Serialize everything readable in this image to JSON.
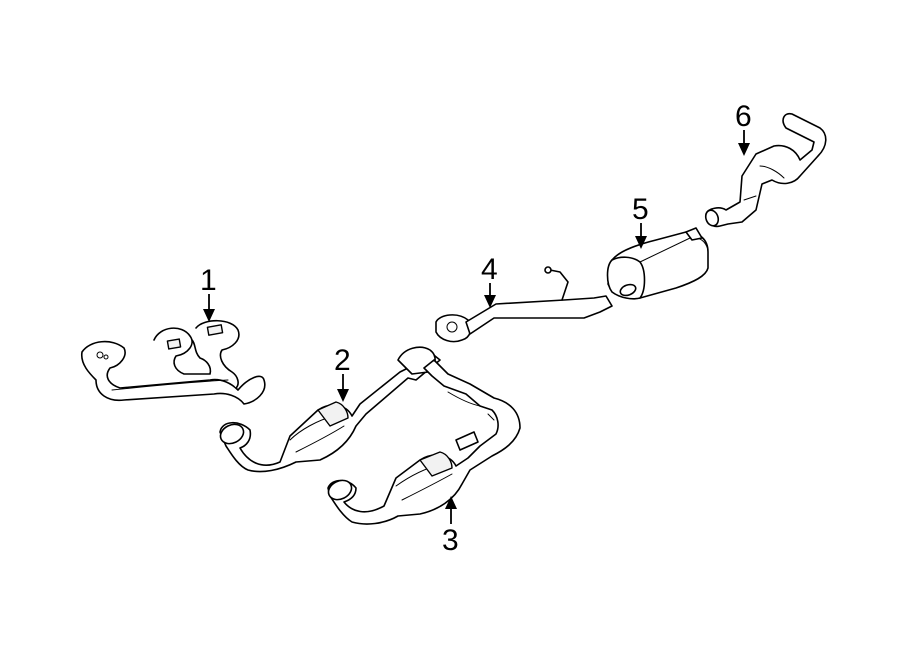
{
  "callouts": [
    {
      "id": "1",
      "label": "1",
      "part": "exhaust-manifold"
    },
    {
      "id": "2",
      "label": "2",
      "part": "catalytic-converter-left"
    },
    {
      "id": "3",
      "label": "3",
      "part": "catalytic-converter-right"
    },
    {
      "id": "4",
      "label": "4",
      "part": "intermediate-pipe"
    },
    {
      "id": "5",
      "label": "5",
      "part": "muffler"
    },
    {
      "id": "6",
      "label": "6",
      "part": "tailpipe"
    }
  ]
}
